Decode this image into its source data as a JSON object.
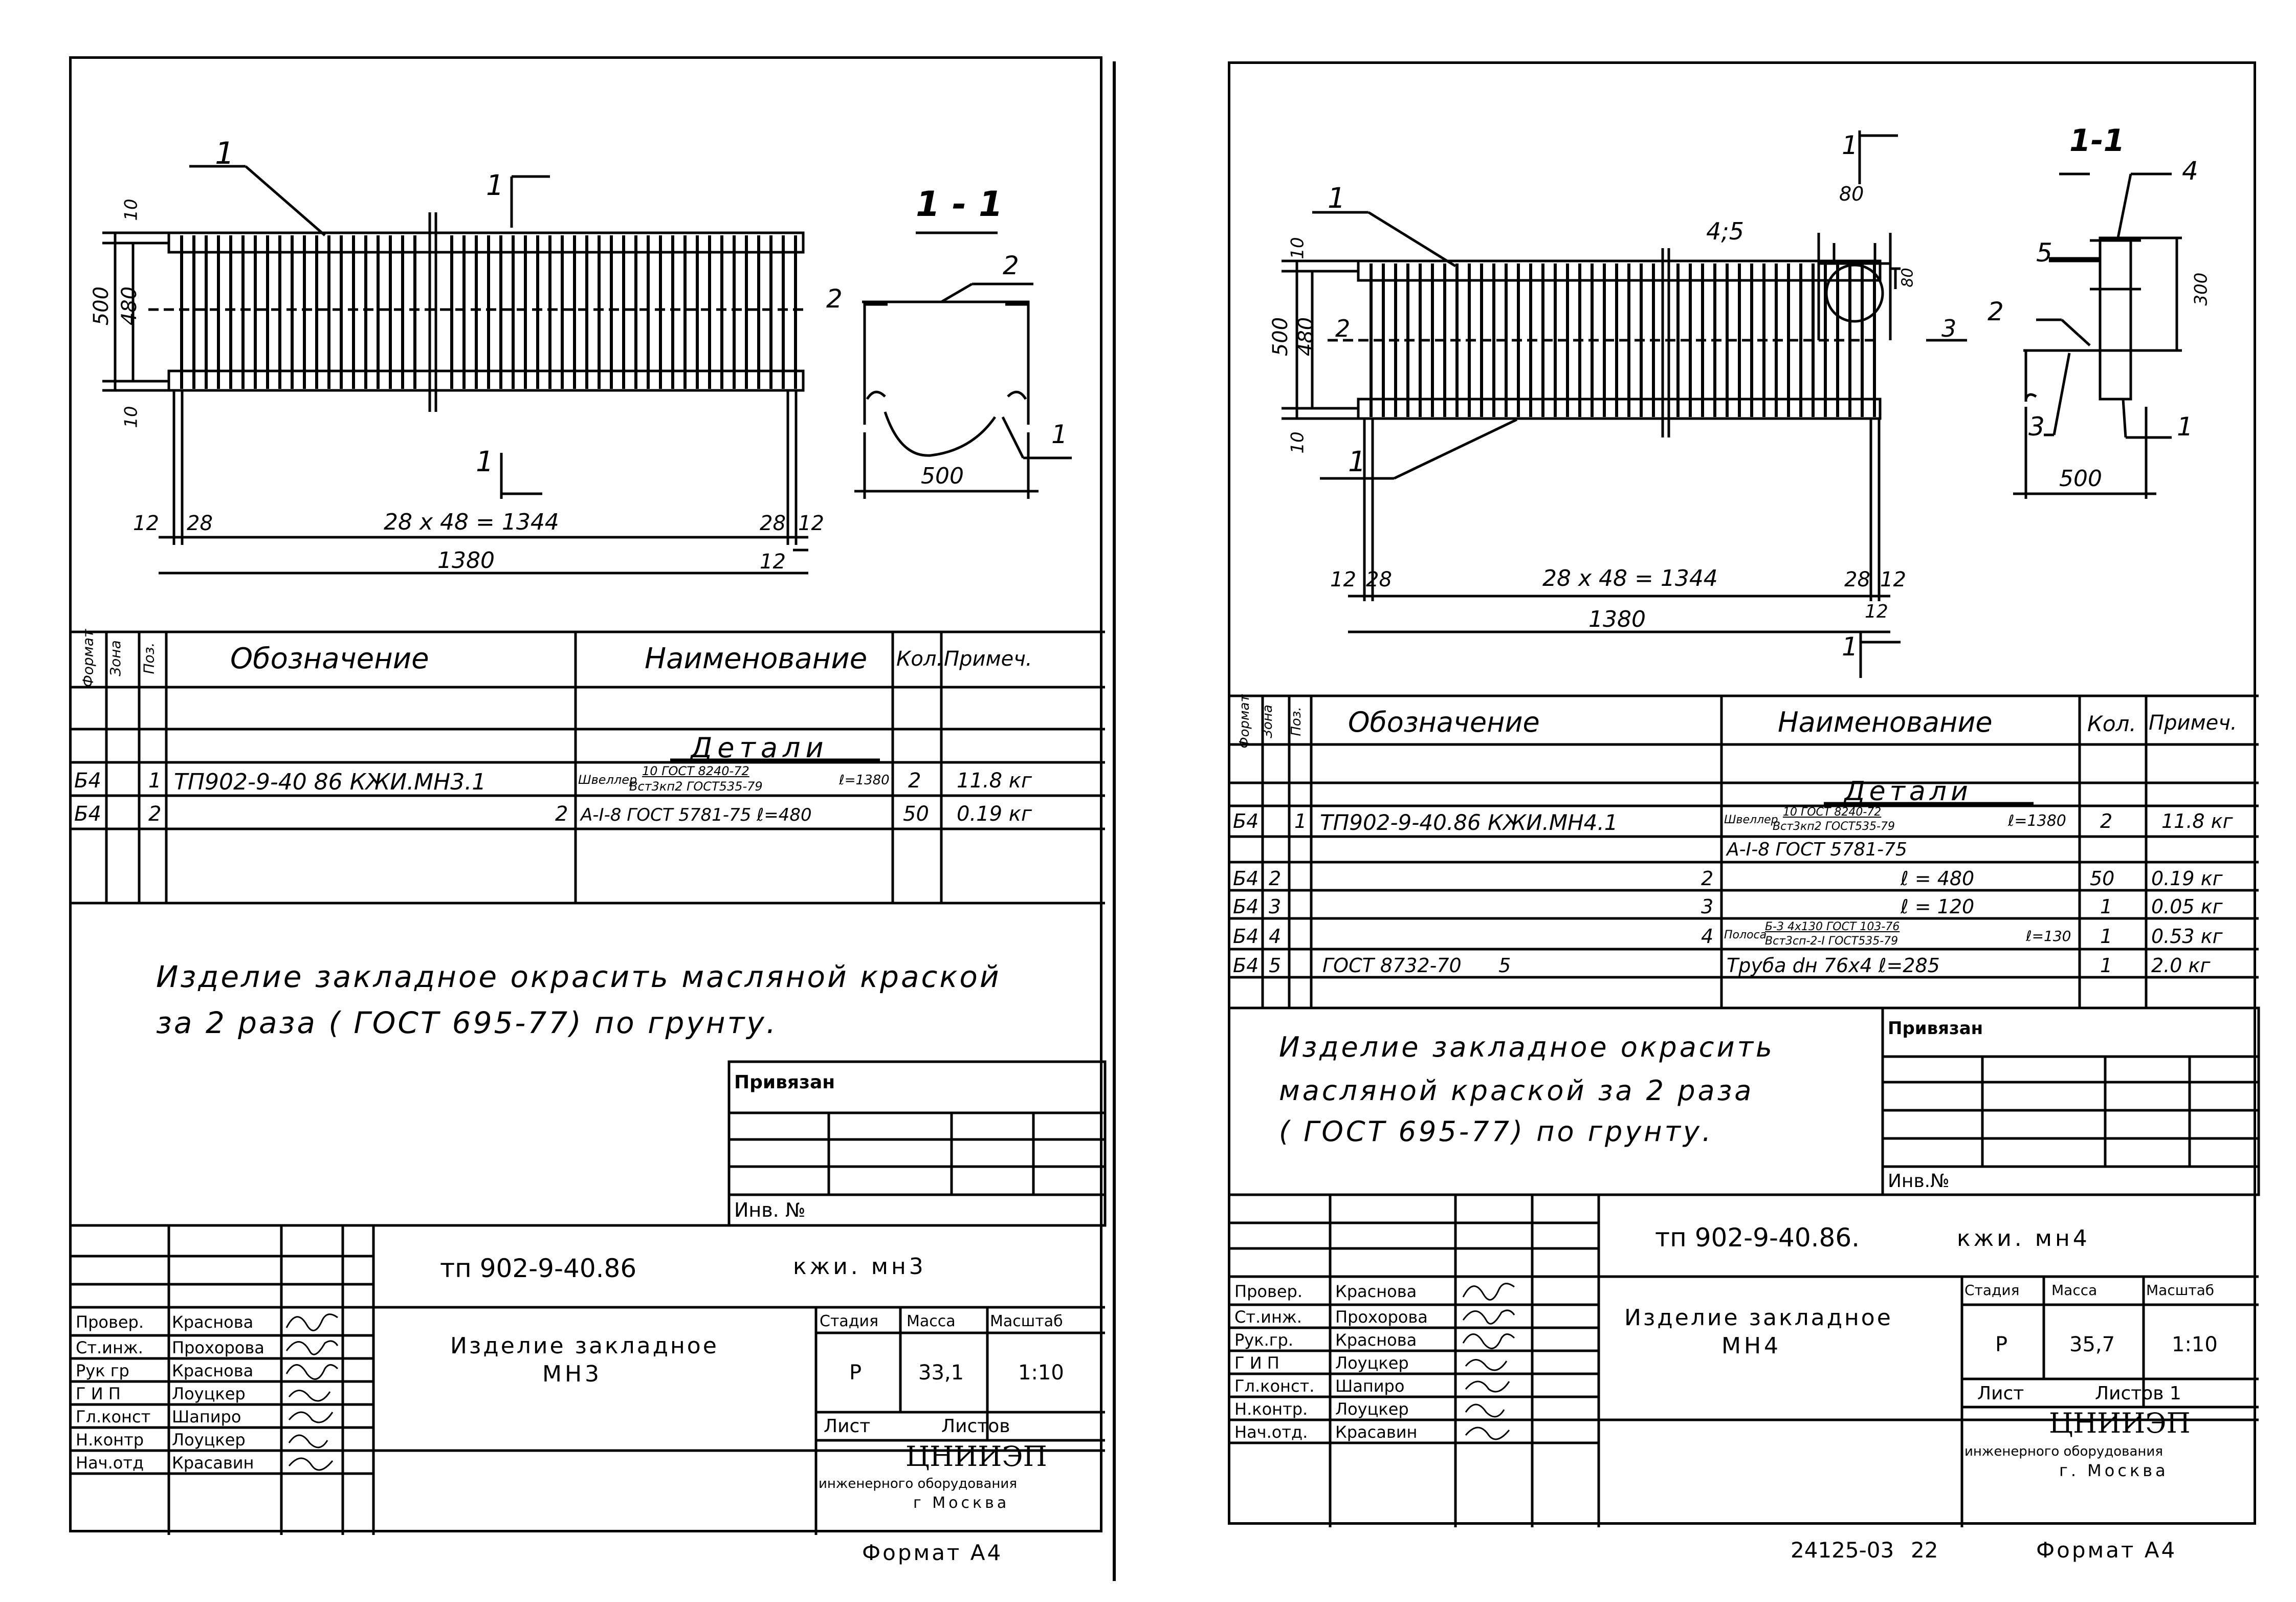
{
  "sheets": [
    {
      "drawing": {
        "pos_1": "1",
        "pos_2": "2",
        "pos_2_section": "2",
        "pos_1_section": "1",
        "cut_top": "1",
        "cut_bottom": "1",
        "section_title": "1 - 1",
        "dim_10_top": "10",
        "dim_500": "500",
        "dim_480": "480",
        "dim_10_bottom": "10",
        "dim_12_left": "12",
        "dim_28_left": "28",
        "dim_chain": "28 x 48 = 1344",
        "dim_28_right": "28",
        "dim_12_right": "12",
        "dim_12_lower": "12",
        "dim_1380": "1380",
        "dim_section_500": "500"
      },
      "spec": {
        "headers": {
          "format": "Формат",
          "zone": "Зона",
          "pos": "Поз.",
          "designation": "Обозначение",
          "name": "Наименование",
          "qty": "Кол.",
          "note": "Примеч."
        },
        "section": "Детали",
        "rows": [
          {
            "format": "Б4",
            "pos": "1",
            "designation": "ТП902-9-40 86  КЖИ.МН3.1",
            "name_a": "Швеллер",
            "name_frac_top": "10 ГОСТ 8240-72",
            "name_frac_bottom": "Вст3кп2 ГОСТ535-79",
            "name_len": "ℓ=1380",
            "qty": "2",
            "note": "11.8 кг"
          },
          {
            "format": "Б4",
            "pos": "2",
            "designation": "2",
            "name": "А-I-8 ГОСТ 5781-75  ℓ=480",
            "qty": "50",
            "note": "0.19 кг"
          }
        ]
      },
      "note_lines": [
        "Изделие закладное окрасить масляной краской",
        "за 2 раза  ( ГОСТ 695-77)  по грунту."
      ],
      "binding": {
        "privyazan": "Привязан",
        "inv": "Инв. №"
      },
      "titleblock": {
        "code": "тп 902-9-40.86",
        "mark": "кжи. мн3",
        "product_line1": "Изделие закладное",
        "product_line2": "МН3",
        "stage_h": "Стадия",
        "mass_h": "Масса",
        "scale_h": "Масштаб",
        "stage": "Р",
        "mass": "33,1",
        "scale": "1:10",
        "sheet_h": "Лист",
        "sheets_h": "Листов",
        "org": "ЦНИИЭП",
        "org2": "инженерного оборудования",
        "org3": "г Москва",
        "roles": [
          "Провер.",
          "Ст.инж.",
          "Рук гр",
          "Г И П",
          "Гл.конст",
          "Н.контр",
          "Нач.отд"
        ],
        "names": [
          "Краснова",
          "Прохорова",
          "Краснова",
          "Лоуцкер",
          "Шапиро",
          "Лоуцкер",
          "Красавин"
        ],
        "format": "Формат А4"
      }
    },
    {
      "drawing": {
        "pos_1_top": "1",
        "pos_2": "2",
        "pos_1_bottom": "1",
        "pos_45": "4;5",
        "pos_3": "3",
        "cut_top": "1",
        "cut_bottom": "1",
        "dim_80": "80",
        "dim_80v": "80",
        "section_title": "1-1",
        "sec_4": "4",
        "sec_5": "5",
        "sec_2": "2",
        "sec_3": "3",
        "sec_1": "1",
        "dim_300": "300",
        "dim_section_500": "500",
        "dim_10_top": "10",
        "dim_500": "500",
        "dim_480": "480",
        "dim_10_bottom": "10",
        "dim_12_left": "12",
        "dim_28_left": "28",
        "dim_chain": "28 x 48 = 1344",
        "dim_28_right": "28",
        "dim_12_right": "12",
        "dim_12_lower": "12",
        "dim_1380": "1380"
      },
      "spec": {
        "headers": {
          "format": "Формат",
          "zone": "Зона",
          "pos": "Поз.",
          "designation": "Обозначение",
          "name": "Наименование",
          "qty": "Кол.",
          "note": "Примеч."
        },
        "section": "Детали",
        "rows": [
          {
            "format": "Б4",
            "pos": "1",
            "designation": "ТП902-9-40.86  КЖИ.МН4.1",
            "name_a": "Швеллер",
            "name_frac_top": "10 ГОСТ 8240-72",
            "name_frac_bottom": "Вст3кп2 ГОСТ535-79",
            "name_len": "ℓ=1380",
            "qty": "2",
            "note": "11.8 кг"
          },
          {
            "format": "",
            "pos": "",
            "designation": "",
            "name": "А-I-8 ГОСТ 5781-75",
            "qty": "",
            "note": ""
          },
          {
            "format": "Б4",
            "pos": "2",
            "designation": "2",
            "name": "ℓ = 480",
            "qty": "50",
            "note": "0.19 кг"
          },
          {
            "format": "Б4",
            "pos": "3",
            "designation": "3",
            "name": "ℓ = 120",
            "qty": "1",
            "note": "0.05 кг"
          },
          {
            "format": "Б4",
            "pos": "4",
            "designation": "4",
            "name_a": "Полоса",
            "name_frac_top": "Б-3 4х130 ГОСТ 103-76",
            "name_frac_bottom": "Вст3сп-2-I ГОСТ535-79",
            "name_len": "ℓ=130",
            "qty": "1",
            "note": "0.53 кг"
          },
          {
            "format": "Б4",
            "pos": "5",
            "designation": "ГОСТ 8732-70      5",
            "name": "Труба dн 76х4  ℓ=285",
            "qty": "1",
            "note": "2.0 кг"
          }
        ]
      },
      "note_lines": [
        "Изделие закладное окрасить",
        "масляной краской за 2 раза",
        "( ГОСТ 695-77)  по грунту."
      ],
      "binding": {
        "privyazan": "Привязан",
        "inv": "Инв.№"
      },
      "titleblock": {
        "code": "тп 902-9-40.86.",
        "mark": "кжи. мн4",
        "product_line1": "Изделие закладное",
        "product_line2": "МН4",
        "stage_h": "Стадия",
        "mass_h": "Масса",
        "scale_h": "Масштаб",
        "stage": "Р",
        "mass": "35,7",
        "scale": "1:10",
        "sheet_h": "Лист",
        "sheets_h": "Листов 1",
        "org": "ЦНИИЭП",
        "org2": "инженерного оборудования",
        "org3": "г. Москва",
        "roles": [
          "Провер.",
          "Ст.инж.",
          "Рук.гр.",
          "Г И П",
          "Гл.конст.",
          "Н.контр.",
          "Нач.отд."
        ],
        "names": [
          "Краснова",
          "Прохорова",
          "Краснова",
          "Лоуцкер",
          "Шапиро",
          "Лоуцкер",
          "Красавин"
        ],
        "format": "Формат А4"
      },
      "footer": {
        "stamp": "24125-03",
        "page": "22"
      }
    }
  ]
}
